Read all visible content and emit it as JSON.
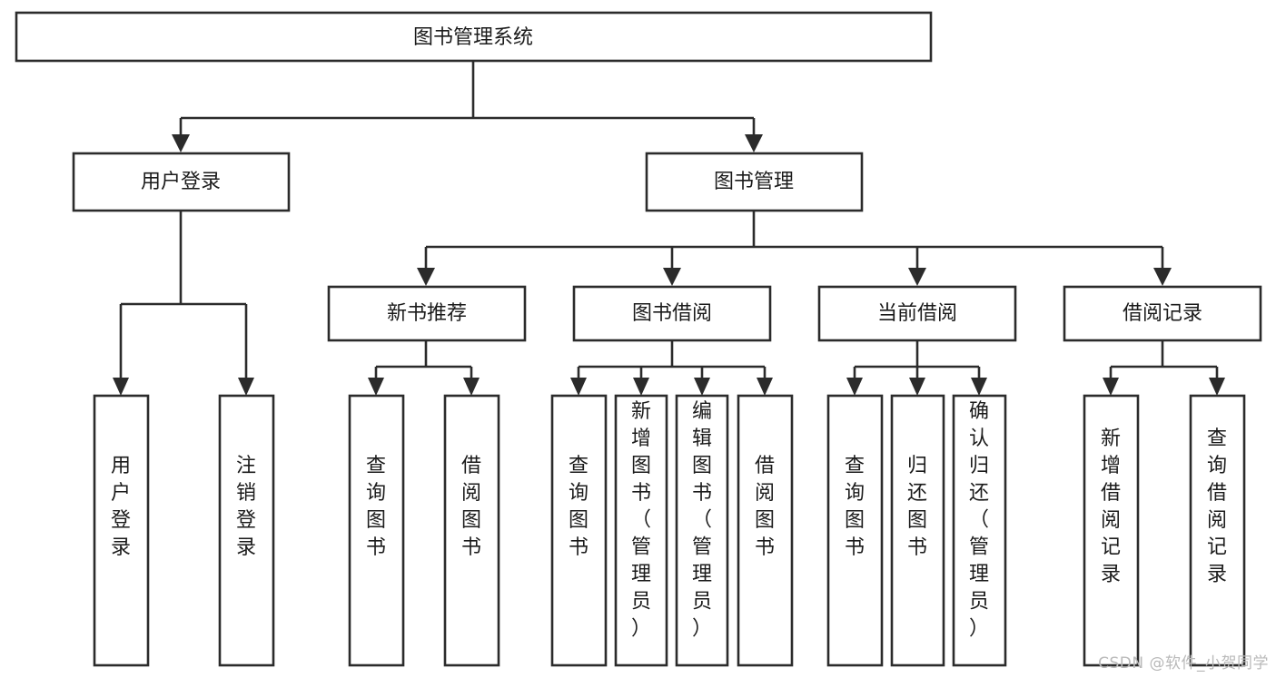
{
  "diagram": {
    "type": "tree-hierarchy",
    "title": "图书管理系统",
    "orientation": "top-down",
    "root": {
      "id": "root",
      "label": "图书管理系统"
    },
    "level1": [
      {
        "id": "user-login",
        "label": "用户登录"
      },
      {
        "id": "book-manage",
        "label": "图书管理"
      }
    ],
    "level2": [
      {
        "id": "new-book-recommend",
        "label": "新书推荐",
        "parent": "book-manage"
      },
      {
        "id": "book-borrow",
        "label": "图书借阅",
        "parent": "book-manage"
      },
      {
        "id": "current-borrow",
        "label": "当前借阅",
        "parent": "book-manage"
      },
      {
        "id": "borrow-record",
        "label": "借阅记录",
        "parent": "book-manage"
      }
    ],
    "leaves": [
      {
        "id": "leaf-user-login",
        "label": "用户登录",
        "parent": "user-login"
      },
      {
        "id": "leaf-logout",
        "label": "注销登录",
        "parent": "user-login"
      },
      {
        "id": "leaf-query-book-1",
        "label": "查询图书",
        "parent": "new-book-recommend"
      },
      {
        "id": "leaf-borrow-book-1",
        "label": "借阅图书",
        "parent": "new-book-recommend"
      },
      {
        "id": "leaf-query-book-2",
        "label": "查询图书",
        "parent": "book-borrow"
      },
      {
        "id": "leaf-add-book",
        "label": "新增图书（管理员）",
        "parent": "book-borrow"
      },
      {
        "id": "leaf-edit-book",
        "label": "编辑图书（管理员）",
        "parent": "book-borrow"
      },
      {
        "id": "leaf-borrow-book-2",
        "label": "借阅图书",
        "parent": "book-borrow"
      },
      {
        "id": "leaf-query-book-3",
        "label": "查询图书",
        "parent": "current-borrow"
      },
      {
        "id": "leaf-return-book",
        "label": "归还图书",
        "parent": "current-borrow"
      },
      {
        "id": "leaf-confirm-return",
        "label": "确认归还（管理员）",
        "parent": "current-borrow"
      },
      {
        "id": "leaf-add-record",
        "label": "新增借阅记录",
        "parent": "borrow-record"
      },
      {
        "id": "leaf-query-record",
        "label": "查询借阅记录",
        "parent": "borrow-record"
      }
    ]
  },
  "watermark": {
    "text": "CSDN @软件_小贺同学"
  },
  "colors": {
    "background": "#ffffff",
    "box_fill": "#ffffff",
    "box_stroke": "#2b2b2b",
    "text": "#1b1b1b",
    "watermark": "#b9b9b9"
  }
}
